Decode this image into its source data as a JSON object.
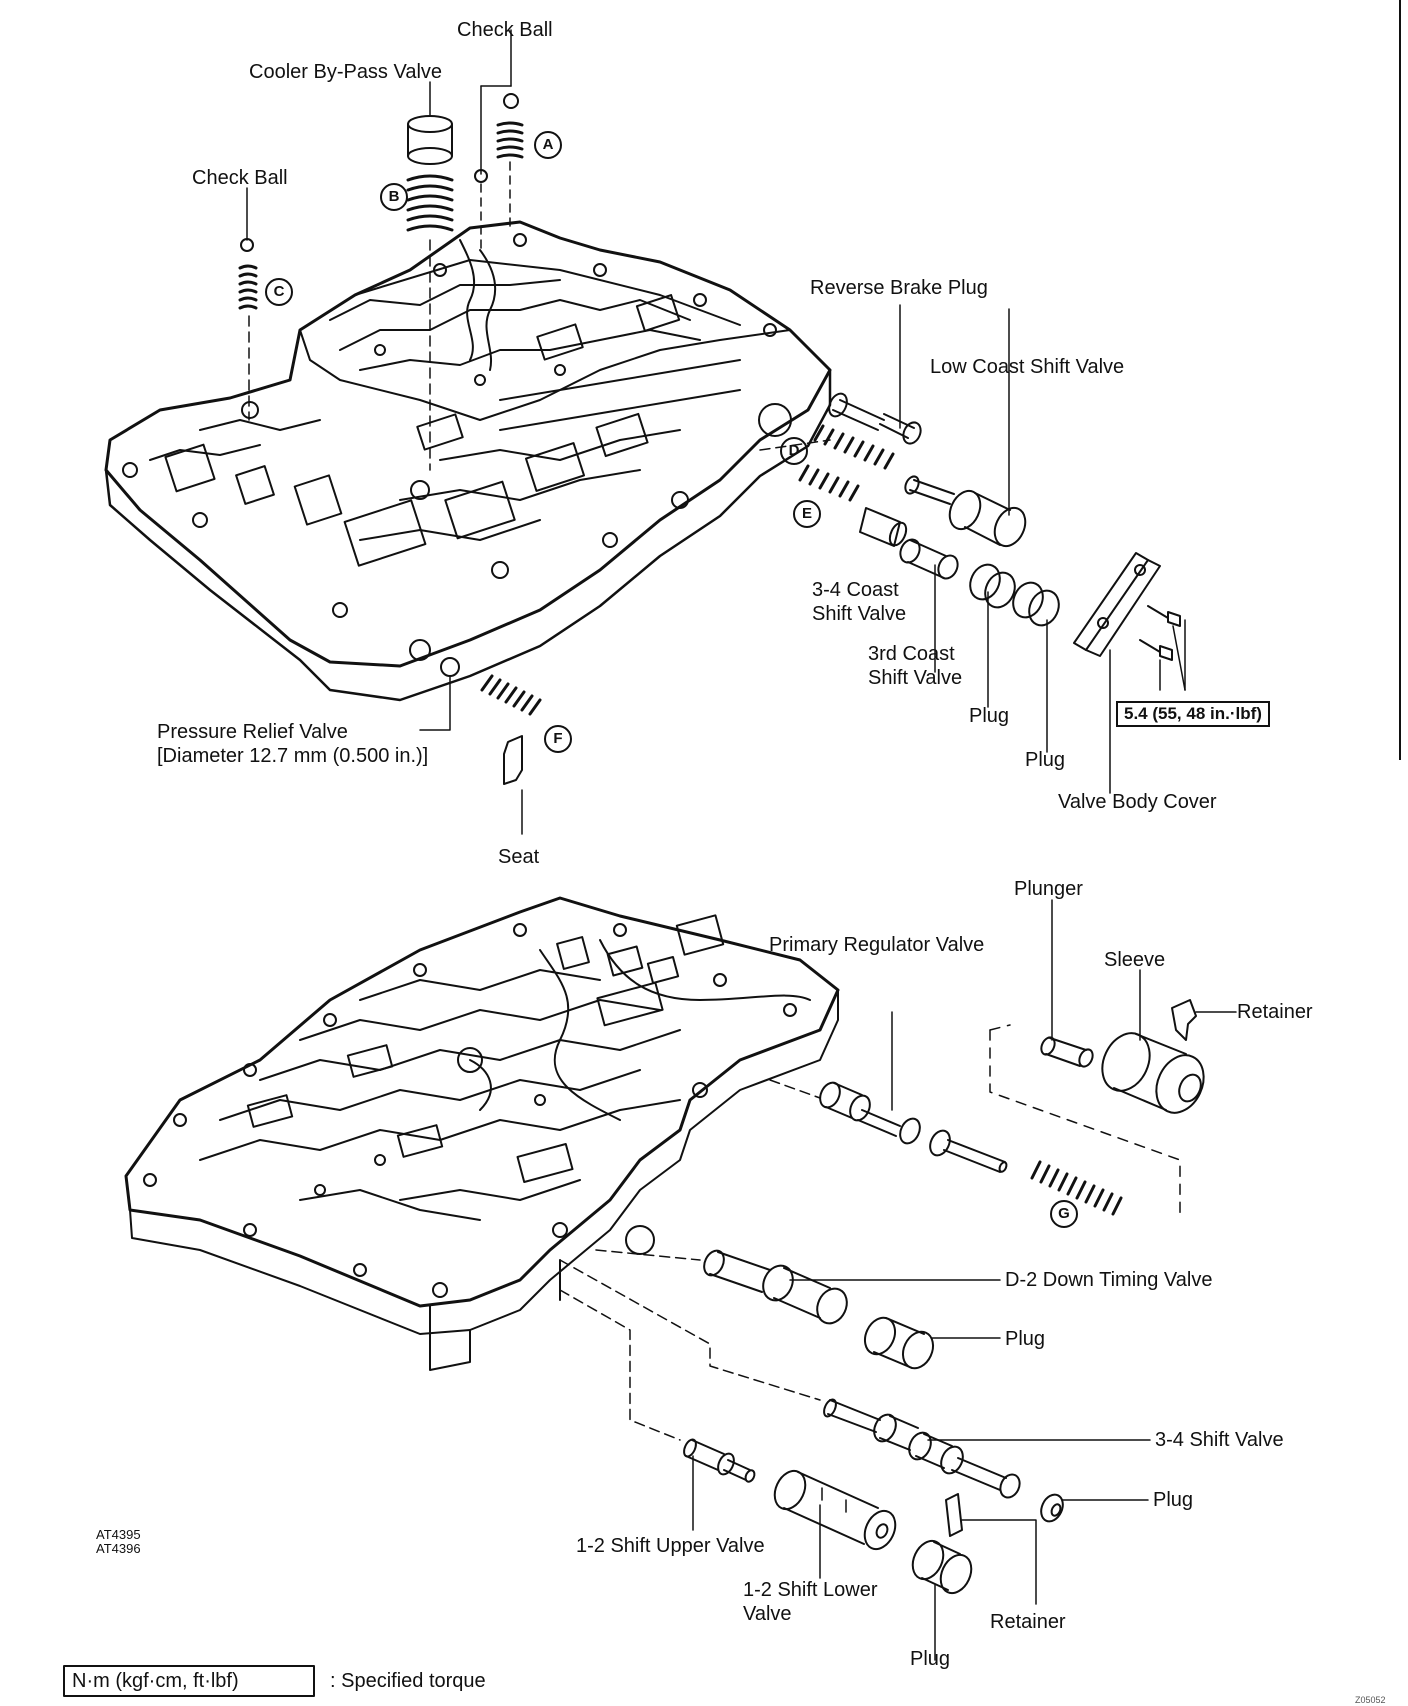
{
  "labels": {
    "check_ball_top": "Check Ball",
    "cooler_bypass_valve": "Cooler By-Pass Valve",
    "check_ball_left": "Check Ball",
    "reverse_brake_plug": "Reverse Brake Plug",
    "low_coast_shift_valve": "Low Coast Shift Valve",
    "coast_34_shift_valve": "3-4 Coast\nShift Valve",
    "coast_3rd_shift_valve": "3rd Coast\nShift Valve",
    "plug_a": "Plug",
    "plug_b": "Plug",
    "valve_body_cover": "Valve Body Cover",
    "torque_value": "5.4 (55, 48 in.·lbf)",
    "pressure_relief_valve": "Pressure Relief Valve\n[Diameter 12.7 mm (0.500 in.)]",
    "seat": "Seat",
    "plunger": "Plunger",
    "primary_regulator_valve": "Primary Regulator Valve",
    "sleeve": "Sleeve",
    "retainer_top": "Retainer",
    "d2_down_timing_valve": "D-2 Down Timing Valve",
    "plug_c": "Plug",
    "shift_34_valve": "3-4 Shift Valve",
    "plug_d": "Plug",
    "shift_12_upper_valve": "1-2 Shift Upper Valve",
    "shift_12_lower_valve": "1-2 Shift Lower\nValve",
    "retainer_bottom": "Retainer",
    "plug_e": "Plug",
    "ref_codes": "AT4395\nAT4396",
    "legend_unit": "N·m (kgf·cm, ft·lbf)",
    "legend_text": ": Specified torque",
    "corner_code": "Z05052"
  },
  "callouts": {
    "a": "A",
    "b": "B",
    "c": "C",
    "d": "D",
    "e": "E",
    "f": "F",
    "g": "G"
  }
}
